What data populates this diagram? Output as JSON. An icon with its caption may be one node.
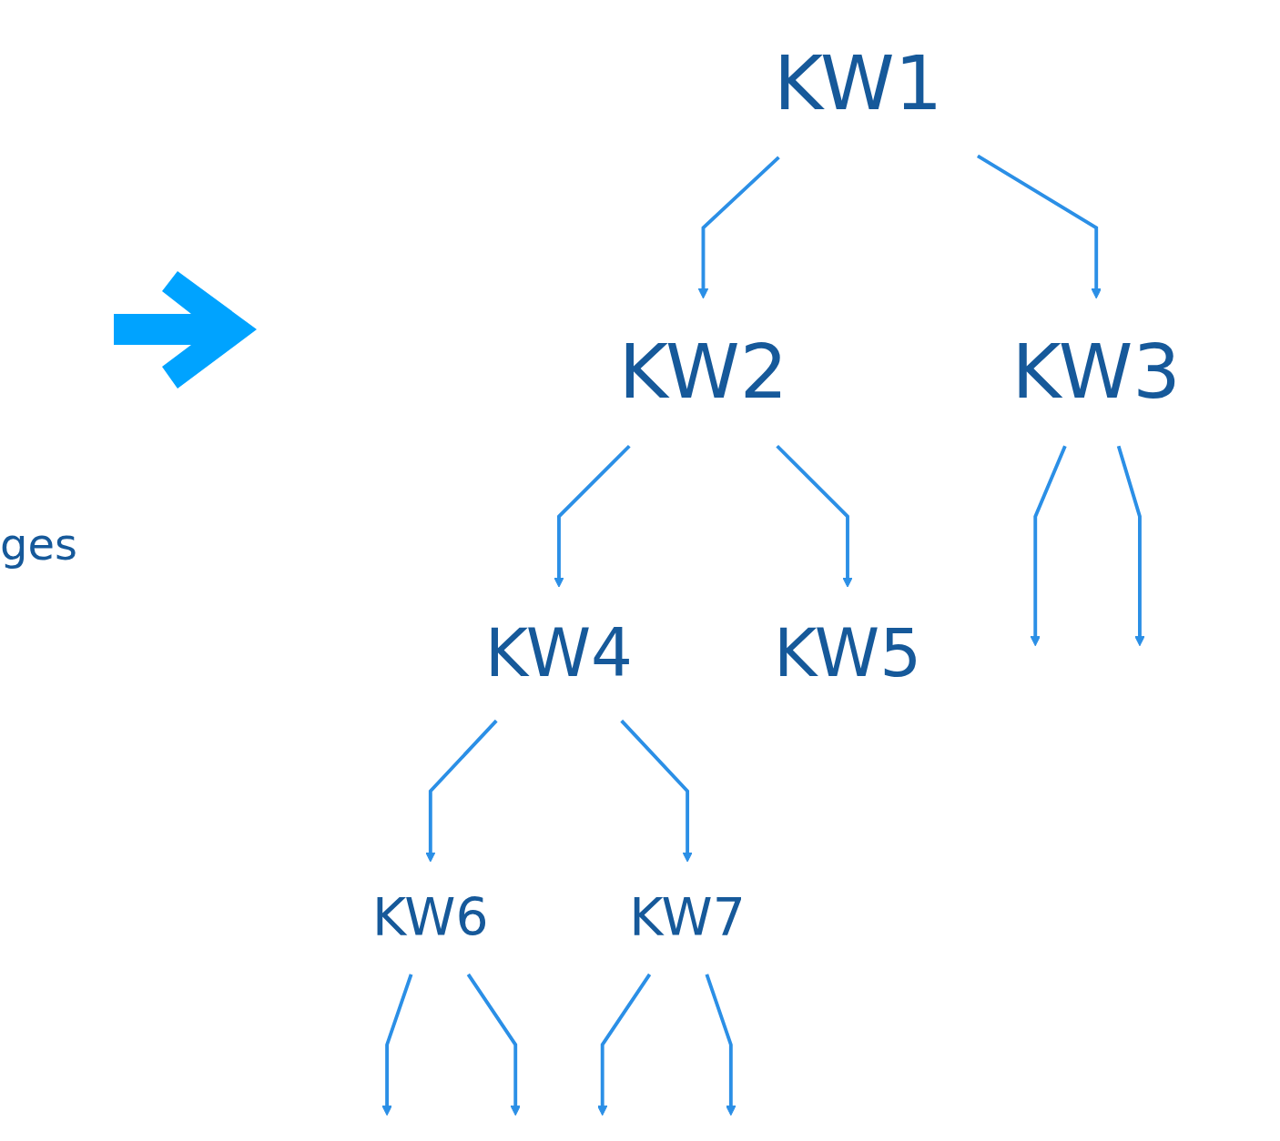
{
  "diagram": {
    "nodes": [
      {
        "text": [
          "KW1"
        ]
      },
      {
        "text": [
          "KW2"
        ]
      },
      {
        "text": [
          "KW3"
        ]
      },
      {
        "text": [
          "KW4"
        ]
      },
      {
        "text": [
          "KW5"
        ]
      },
      {
        "text": [
          "KW6"
        ]
      },
      {
        "text": [
          "KW7"
        ]
      }
    ],
    "edges": [
      {
        "from": 0,
        "to": 1,
        "arrow": "to"
      },
      {
        "from": 0,
        "to": 2,
        "arrow": "to"
      },
      {
        "from": 1,
        "to": 3,
        "arrow": "to"
      },
      {
        "from": 1,
        "to": 4,
        "arrow": "to"
      },
      {
        "from": 2,
        "to": null,
        "arrow": "to"
      },
      {
        "from": 2,
        "to": null,
        "arrow": "to"
      },
      {
        "from": 3,
        "to": 5,
        "arrow": "to"
      },
      {
        "from": 3,
        "to": 6,
        "arrow": "to"
      },
      {
        "from": 5,
        "to": null,
        "arrow": "to"
      },
      {
        "from": 5,
        "to": null,
        "arrow": "to"
      },
      {
        "from": 6,
        "to": null,
        "arrow": "to"
      },
      {
        "from": 6,
        "to": null,
        "arrow": "to"
      }
    ],
    "labels": [
      "ges"
    ]
  }
}
